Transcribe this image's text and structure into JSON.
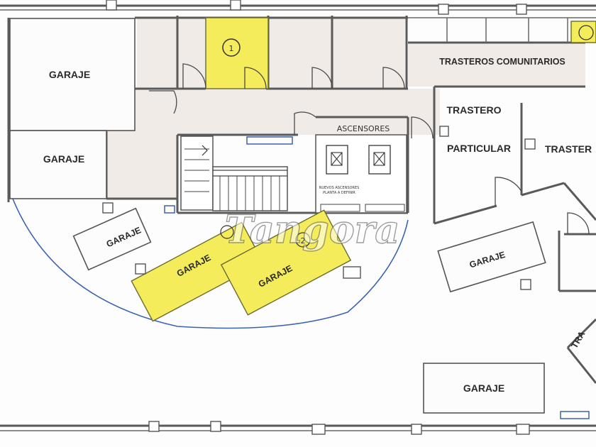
{
  "rooms": {
    "garage_label": "GARAJE",
    "trasteros_comunitarios": "TRASTEROS COMUNITARIOS",
    "trastero": "TRASTERO",
    "particular": "PARTICULAR",
    "trastero_cut_right": "TRASTER",
    "trastero_cut_bottom": "TRA",
    "ascensores": "ASCENSORES",
    "elevator_note_line1": "NUEVOS ASCENSORES",
    "elevator_note_line2": "PLANTA A DEFINIR"
  },
  "markers": {
    "storage_1": "1",
    "garage_2": "2"
  },
  "watermark": "Tangora",
  "colors": {
    "highlight": "#f4ec5a",
    "corridor": "#f0ebe7",
    "wall": "#5a5a5a",
    "blue_wall": "#3a63b0"
  }
}
